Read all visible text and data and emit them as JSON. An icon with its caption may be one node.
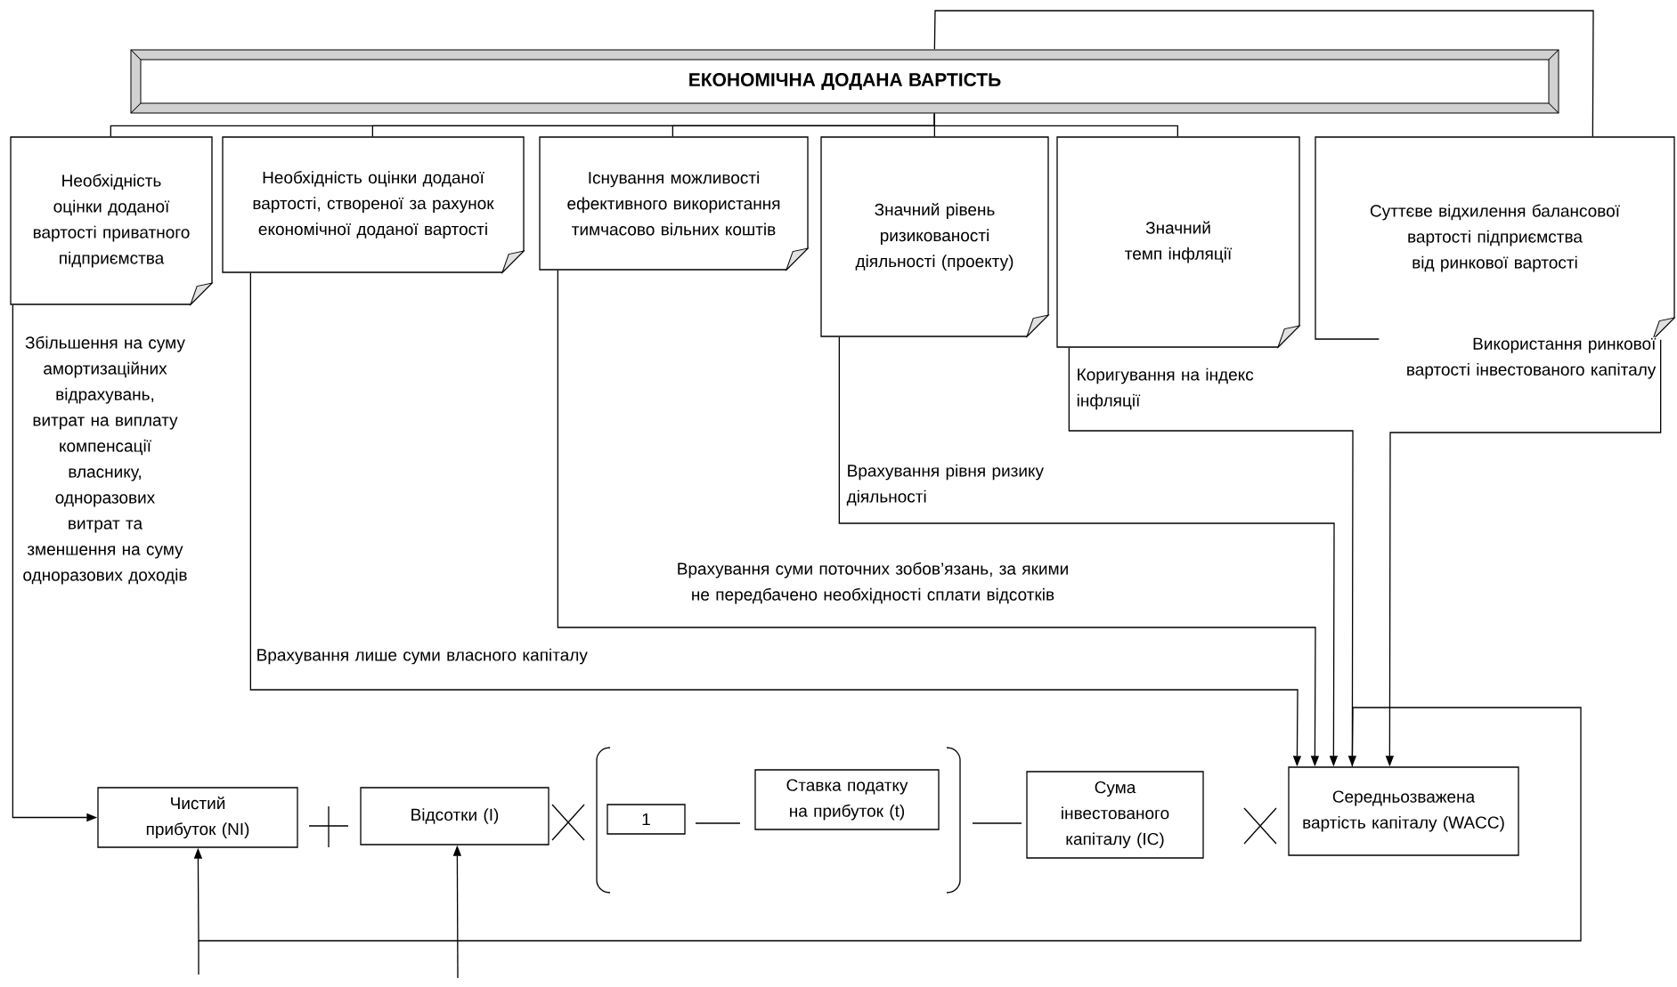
{
  "diagram": {
    "nodes": [
      {
        "text": [
          "ЕКОНОМІЧНА ДОДАНА ВАРТІСТЬ"
        ]
      },
      {
        "text": [
          "Необхідність оцінки доданої вартості приватного підприємства"
        ]
      },
      {
        "text": [
          "Необхідність оцінки доданої вартості, створеної за рахунок економічної доданої вартості"
        ]
      },
      {
        "text": [
          "Існування можливості ефективного використання тимчасово вільних коштів"
        ]
      },
      {
        "text": [
          "Значний рівень ризикованості діяльності (проекту)"
        ]
      },
      {
        "text": [
          "Значний темп інфляції"
        ]
      },
      {
        "text": [
          "Суттєве відхилення балансової вартості підприємства від ринкової вартості"
        ]
      },
      {
        "text": [
          "Чистий прибуток (NI)"
        ]
      },
      {
        "text": [
          "Відсотки (I)"
        ]
      },
      {
        "text": [
          "1"
        ]
      },
      {
        "text": [
          "Ставка податку на прибуток (t)"
        ]
      },
      {
        "text": [
          "Сума інвестованого капіталу (IC)"
        ]
      },
      {
        "text": [
          "Середньозважена вартість капіталу (WACC)"
        ]
      }
    ],
    "edges": [
      {
        "from": 0,
        "to": 1,
        "arrow": "none"
      },
      {
        "from": 0,
        "to": 2,
        "arrow": "none"
      },
      {
        "from": 0,
        "to": 3,
        "arrow": "none"
      },
      {
        "from": 0,
        "to": 4,
        "arrow": "none"
      },
      {
        "from": 0,
        "to": 5,
        "arrow": "none"
      },
      {
        "from": 0,
        "to": 6,
        "arrow": "none"
      },
      {
        "from": 1,
        "to": 7,
        "arrow": "to",
        "label": "Збільшення на суму амортизаційних відрахувань, витрат на виплату компенсації власнику, одноразових витрат та зменшення на суму одноразових доходів"
      },
      {
        "from": 2,
        "to": 12,
        "arrow": "to",
        "label": "Врахування лише суми власного капіталу"
      },
      {
        "from": 3,
        "to": 12,
        "arrow": "to",
        "label": "Врахування суми поточних зобов’язань, за якими не передбачено необхідності сплати відсотків"
      },
      {
        "from": 4,
        "to": 12,
        "arrow": "to",
        "label": "Врахування рівня ризику діяльності"
      },
      {
        "from": 5,
        "to": 12,
        "arrow": "to",
        "label": "Коригування на індекс інфляції"
      },
      {
        "from": 6,
        "to": 12,
        "arrow": "to",
        "label": "Використання ринкової вартості інвестованого капіталу"
      },
      {
        "from": 12,
        "to": 7,
        "arrow": "to"
      },
      {
        "from": null,
        "to": 8,
        "arrow": "to"
      }
    ]
  }
}
